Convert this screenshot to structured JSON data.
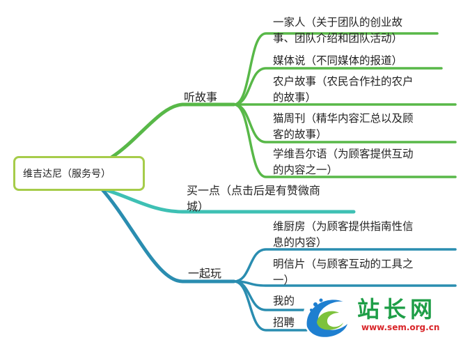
{
  "root": {
    "label": "维吉达尼（服务号）"
  },
  "branches": [
    {
      "label": "听故事",
      "children": [
        {
          "lines": [
            "一家人（关于团队的创业故",
            "事、团队介绍和团队活动）"
          ]
        },
        {
          "lines": [
            "媒体说（不同媒体的报道）"
          ]
        },
        {
          "lines": [
            "农户故事（农民合作社的农户",
            "的故事）"
          ]
        },
        {
          "lines": [
            "猫周刊（精华内容汇总以及顾",
            "客的故事）"
          ]
        },
        {
          "lines": [
            "学维吾尔语（为顾客提供互动",
            "的内容之一）"
          ]
        }
      ]
    },
    {
      "label_lines": [
        "买一点（点击后是有赞微商",
        "城）"
      ]
    },
    {
      "label": "一起玩",
      "children": [
        {
          "lines": [
            "维厨房（为顾客提供指南性信",
            "息的内容）"
          ]
        },
        {
          "lines": [
            "明信片（与顾客互动的工具之",
            "一）"
          ]
        },
        {
          "lines": [
            "我的"
          ]
        },
        {
          "lines": [
            "招聘"
          ]
        }
      ]
    }
  ],
  "watermark": {
    "text": "站长网",
    "url": "www.sem.org.cn"
  },
  "colors": {
    "green": "#58b848",
    "teal": "#3ec0b4",
    "blue": "#2a8db0",
    "root_border": "#a6cc4a"
  }
}
